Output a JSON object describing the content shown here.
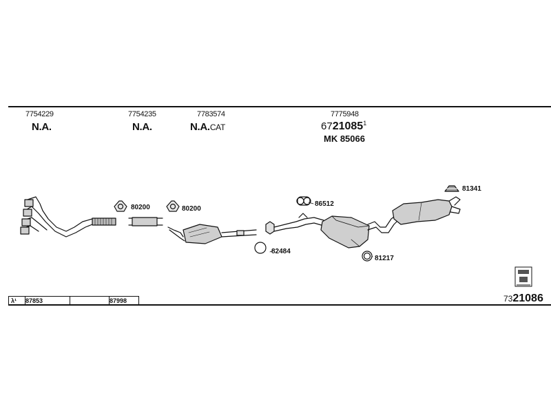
{
  "header_refs": [
    {
      "number": "7754229",
      "label": "N.A."
    },
    {
      "number": "7754235",
      "label": "N.A."
    },
    {
      "number": "7783574",
      "label": "N.A.",
      "suffix": "CAT"
    }
  ],
  "main_ref": {
    "number": "7775948",
    "code_prefix": "67",
    "code_main": "21085",
    "code_sup": "1",
    "mk": "MK 85066"
  },
  "parts": [
    {
      "label": "80200"
    },
    {
      "label": "80200"
    },
    {
      "label": "86512"
    },
    {
      "label": "82484"
    },
    {
      "label": "81217"
    },
    {
      "label": "81341"
    }
  ],
  "footer": {
    "lambda": "λ¹",
    "codes": [
      "87853",
      "",
      "87998"
    ],
    "diagram_prefix": "73",
    "diagram_main": "21086"
  },
  "icons": [
    "exhaust-manifold-icon",
    "flex-pipe-icon",
    "catalytic-converter-icon",
    "front-silencer-icon",
    "rear-silencer-icon",
    "gasket-icon",
    "mounting-ring-icon",
    "hanger-icon",
    "bracket-icon",
    "clamp-icon",
    "fitting-symbol-icon"
  ]
}
